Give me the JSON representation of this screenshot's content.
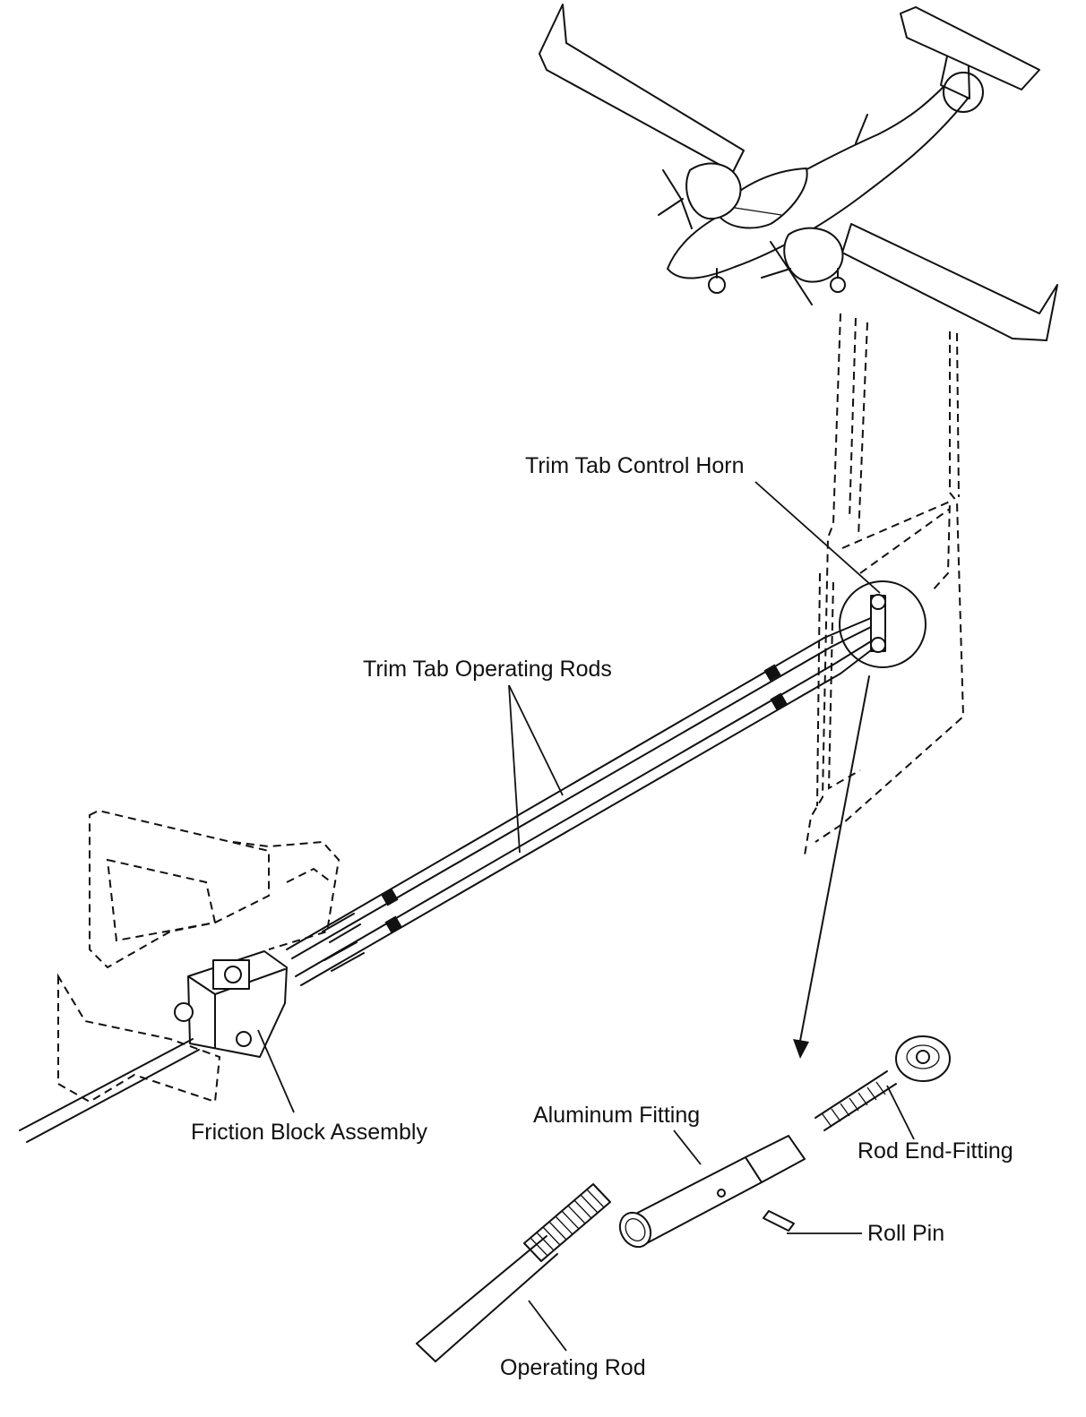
{
  "labels": {
    "control_horn": "Trim Tab Control Horn",
    "operating_rods": "Trim Tab Operating Rods",
    "friction_block": "Friction Block Assembly",
    "aluminum_fitting": "Aluminum Fitting",
    "rod_end_fitting": "Rod End-Fitting",
    "roll_pin": "Roll Pin",
    "operating_rod": "Operating Rod"
  }
}
